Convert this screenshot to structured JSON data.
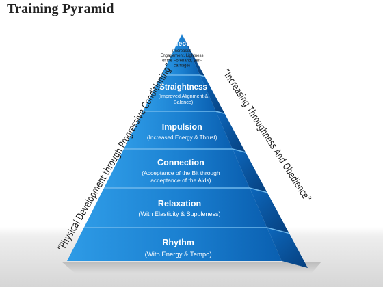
{
  "title": "Training Pyramid",
  "captions": {
    "left": "“Physical Development through Progressive Conditioning”",
    "right": "“Increasing Throughness And Obedience”"
  },
  "tiers": [
    {
      "name": "Collection",
      "description": [
        "(Increased",
        "Engagement, Lightness",
        "of the Forehand, Self-",
        "carriage)"
      ]
    },
    {
      "name": "Straightness",
      "description": [
        "(Improved Alignment &",
        "Balance)"
      ]
    },
    {
      "name": "Impulsion",
      "description": [
        "(Increased Energy & Thrust)"
      ]
    },
    {
      "name": "Connection",
      "description": [
        "(Acceptance of the Bit through",
        "acceptance of the Aids)"
      ]
    },
    {
      "name": "Relaxation",
      "description": [
        "(With Elasticity & Suppleness)"
      ]
    },
    {
      "name": "Rhythm",
      "description": [
        "(With Energy & Tempo)"
      ]
    }
  ],
  "colors": {
    "front_light": "#2e9be6",
    "front_dark": "#0a5fb0",
    "side_light": "#0d68bd",
    "side_dark": "#063f7d",
    "separator": "#6fb8ec"
  }
}
